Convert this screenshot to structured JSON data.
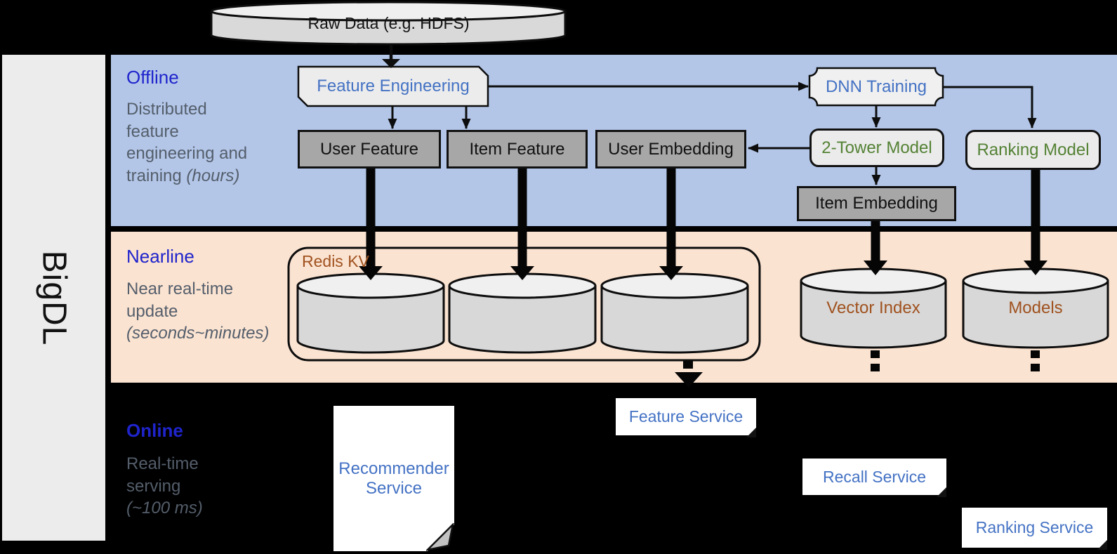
{
  "brand": {
    "label": "BigDL"
  },
  "colors": {
    "band_offline": "#B3C6E8",
    "band_nearline": "#FBE3D1",
    "band_online_background": "#000000",
    "section_label_blue": "#1F24CC",
    "section_desc_gray": "#545E6B",
    "node_text_blue": "#4472C4",
    "node_text_green": "#548235",
    "node_text_brown": "#A0521F",
    "gray_box_fill": "#A7A7A7",
    "light_shape_fill": "#ECECEC",
    "cylinder_fill": "#D9D9D9"
  },
  "sections": {
    "offline": {
      "label": "Offline",
      "desc": "Distributed\nfeature\nengineering and\ntraining ",
      "desc_italic": "(hours)"
    },
    "nearline": {
      "label": "Nearline",
      "desc": "Near real-time\nupdate\n",
      "desc_italic": "(seconds~minutes)"
    },
    "online": {
      "label": "Online",
      "desc": "Real-time\nserving\n",
      "desc_italic": "(~100 ms)"
    }
  },
  "nodes": {
    "raw_data": {
      "label": "Raw Data (e.g. HDFS)"
    },
    "feature_engineering": {
      "label": "Feature Engineering"
    },
    "dnn_training": {
      "label": "DNN Training"
    },
    "user_feature": {
      "label": "User Feature"
    },
    "item_feature": {
      "label": "Item Feature"
    },
    "user_embedding": {
      "label": "User Embedding"
    },
    "two_tower_model": {
      "label": "2-Tower Model"
    },
    "ranking_model": {
      "label": "Ranking Model"
    },
    "item_embedding": {
      "label": "Item Embedding"
    },
    "redis_kv": {
      "label": "Redis KV"
    },
    "vector_index": {
      "label": "Vector Index"
    },
    "models": {
      "label": "Models"
    },
    "recommender_service": {
      "label": "Recommender Service"
    },
    "feature_service": {
      "label": "Feature Service"
    },
    "recall_service": {
      "label": "Recall Service"
    },
    "ranking_service": {
      "label": "Ranking Service"
    }
  }
}
